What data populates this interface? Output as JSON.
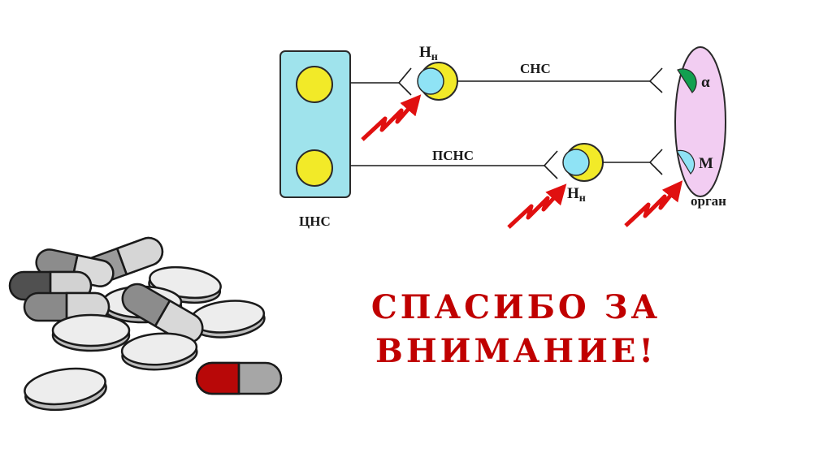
{
  "diagram": {
    "cns_label": "ЦНС",
    "sns_label": "СНС",
    "psns_label": "ПСНС",
    "ganglion_top_label": "Н",
    "ganglion_top_sub": "н",
    "ganglion_bottom_label": "Н",
    "ganglion_bottom_sub": "н",
    "receptor_alpha_label": "α",
    "receptor_m_label": "М",
    "organ_label": "орган",
    "colors": {
      "cns_box": "#9fe3ec",
      "neuron_yellow": "#f2ea28",
      "ganglion_blue": "#8fe3f5",
      "organ_pink": "#f2cdf2",
      "receptor_green": "#12a050",
      "receptor_blue": "#8fe3f5",
      "arrow_red": "#e01010"
    }
  },
  "message": {
    "line1": "СПАСИБО ЗА",
    "line2": "ВНИМАНИЕ!"
  },
  "illustration": {
    "name": "pills-icon"
  }
}
